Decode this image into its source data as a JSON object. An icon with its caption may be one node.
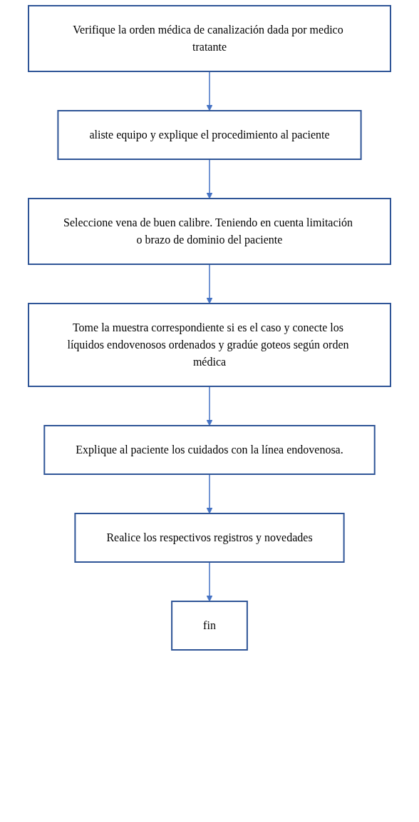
{
  "diagram": {
    "nodes": [
      {
        "text": [
          "Verifique la orden médica de canalización dada por medico tratante"
        ]
      },
      {
        "text": [
          "aliste equipo y explique el procedimiento al paciente"
        ]
      },
      {
        "text": [
          "Seleccione vena de buen calibre. Teniendo en cuenta limitación o brazo de dominio del paciente"
        ]
      },
      {
        "text": [
          "Tome la muestra correspondiente si es el caso y conecte los líquidos endovenosos ordenados y gradúe goteos según orden médica"
        ]
      },
      {
        "text": [
          "Explique al paciente los cuidados con la línea endovenosa."
        ]
      },
      {
        "text": [
          "Realice los respectivos registros y novedades"
        ]
      },
      {
        "text": [
          "fin"
        ]
      }
    ],
    "edges": [
      {
        "from": 0,
        "to": 1,
        "arrow": "to"
      },
      {
        "from": 1,
        "to": 2,
        "arrow": "to"
      },
      {
        "from": 2,
        "to": 3,
        "arrow": "to"
      },
      {
        "from": 3,
        "to": 4,
        "arrow": "to"
      },
      {
        "from": 4,
        "to": 5,
        "arrow": "to"
      },
      {
        "from": 5,
        "to": 6,
        "arrow": "to"
      }
    ]
  }
}
